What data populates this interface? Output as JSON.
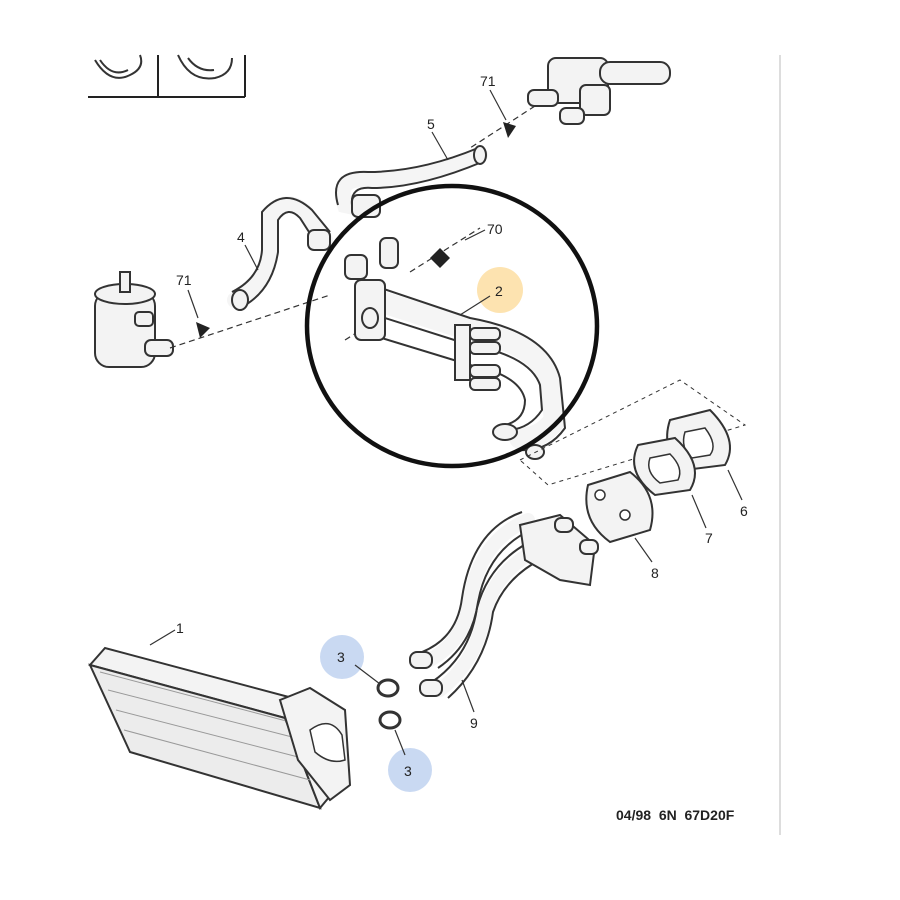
{
  "labels": {
    "p1": "1",
    "p2": "2",
    "p3a": "3",
    "p3b": "3",
    "p4": "4",
    "p5": "5",
    "p6": "6",
    "p7": "7",
    "p8": "8",
    "p9": "9",
    "p70": "70",
    "p71a": "71",
    "p71b": "71"
  },
  "reference": "04/98  6N  67D20F",
  "colors": {
    "highlight_orange": "#fde3b0",
    "highlight_blue": "#c9d9f2",
    "circle": "#111111"
  }
}
